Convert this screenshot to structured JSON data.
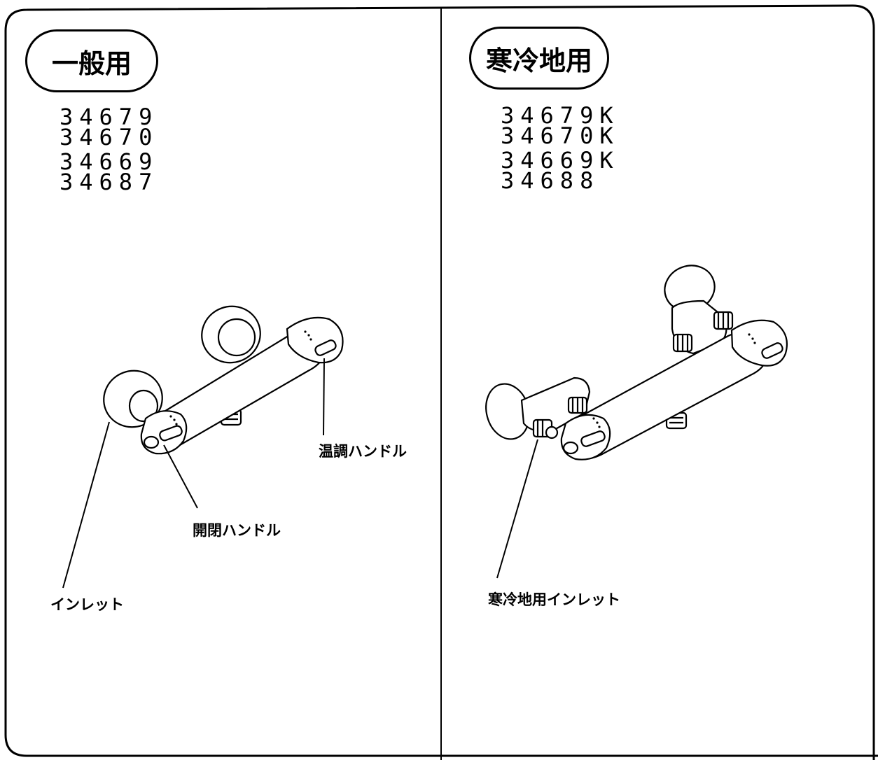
{
  "left_panel": {
    "title": "一般用",
    "models": [
      "34679",
      "34670",
      "34669",
      "34687"
    ],
    "callouts": {
      "temp_handle": "温調ハンドル",
      "open_close_handle": "開閉ハンドル",
      "inlet": "インレット"
    }
  },
  "right_panel": {
    "title": "寒冷地用",
    "models": [
      "34679K",
      "34670K",
      "34669K",
      "34688"
    ],
    "callouts": {
      "cold_inlet": "寒冷地用インレット"
    }
  }
}
